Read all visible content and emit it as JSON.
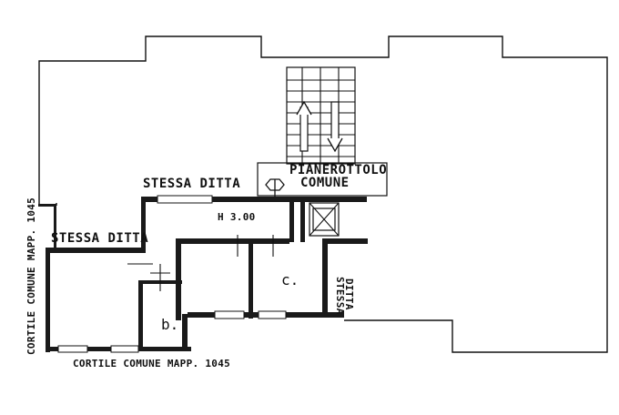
{
  "labels": {
    "stessa_ditta_top": "STESSA DITTA",
    "pianerottolo_line1": "PIANEROTTOLO",
    "pianerottolo_line2": "COMUNE",
    "stessa_ditta_left": "STESSA DITTA",
    "height": "H 3.00",
    "room_c": "c.",
    "room_b": "b.",
    "stessa_ditta_vertical_line1": "STESSA",
    "stessa_ditta_vertical_line2": "DITTA",
    "cortile_left": "CORTILE COMUNE MAPP. 1045",
    "cortile_bottom": "CORTILE COMUNE MAPP. 1045"
  },
  "colors": {
    "ink": "#111111",
    "paper": "#ffffff"
  }
}
